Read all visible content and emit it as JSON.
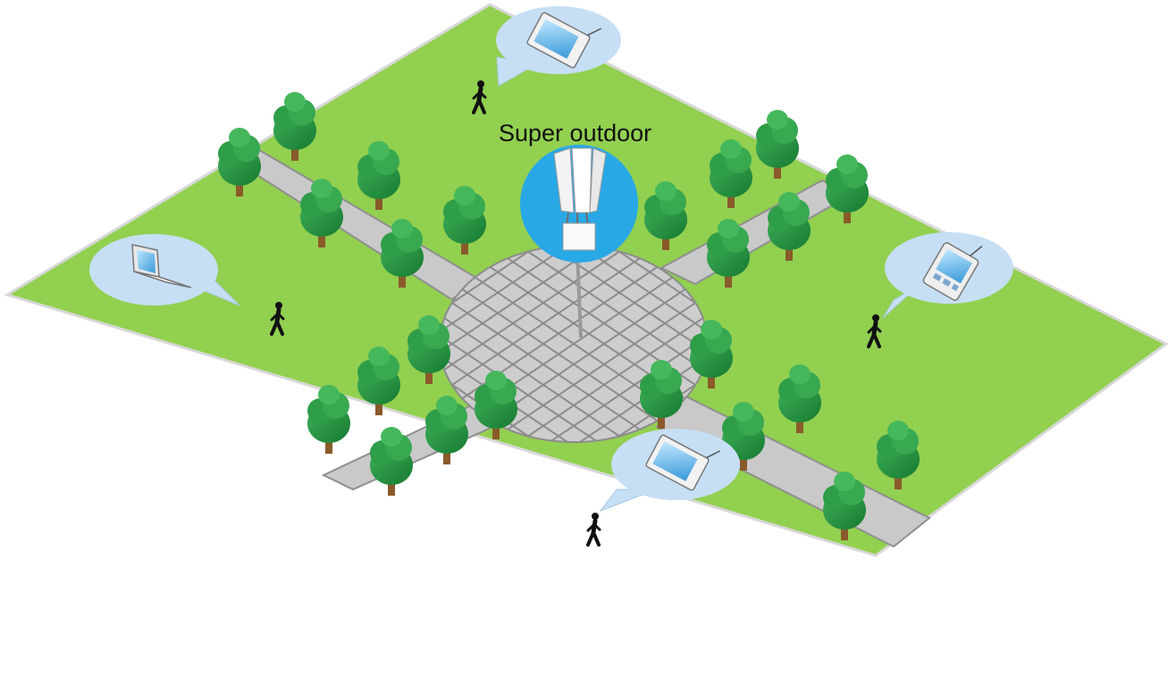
{
  "diagram": {
    "title_label": "Super outdoor",
    "colors": {
      "grass": "#92d050",
      "grass_edge": "#7fb845",
      "path": "#c9c9c9",
      "plaza": "#cdcdcd",
      "plaza_grid": "#8c8c8c",
      "tree_canopy": "#1f8c3a",
      "tree_trunk": "#8b5a2b",
      "bubble": "#c6dff5",
      "ap_circle": "#29a8e6",
      "person": "#111111"
    },
    "device_bubbles": [
      {
        "id": "tablet-top",
        "device": "tablet-pc"
      },
      {
        "id": "laptop-left",
        "device": "laptop"
      },
      {
        "id": "pda-right",
        "device": "pda"
      },
      {
        "id": "tablet-bottom",
        "device": "tablet-pc"
      }
    ],
    "people_count": 4,
    "access_point": {
      "device": "outdoor-access-point",
      "mount": "pole"
    }
  }
}
